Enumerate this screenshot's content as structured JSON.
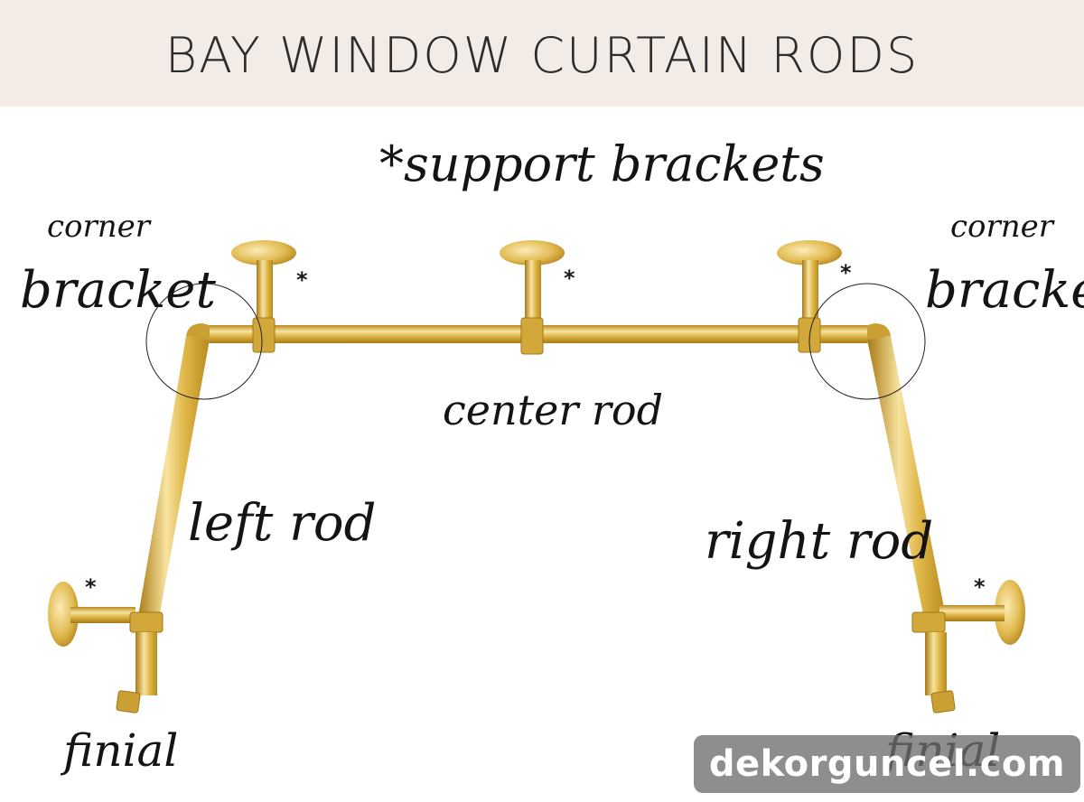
{
  "header": {
    "title": "BAY WINDOW CURTAIN RODS"
  },
  "labels": {
    "support_brackets": "*support brackets",
    "corner": "corner",
    "bracket": "bracket",
    "center_rod": "center rod",
    "left_rod": "left rod",
    "right_rod": "right rod",
    "finial": "finial",
    "asterisk": "*"
  },
  "colors": {
    "header_bg": "#f2ebe6",
    "brass_dark": "#b88a1e",
    "brass_mid": "#e0b84a",
    "brass_light": "#f8e3a0",
    "text": "#141414"
  },
  "watermark": {
    "text": "dekorguncel.com"
  }
}
